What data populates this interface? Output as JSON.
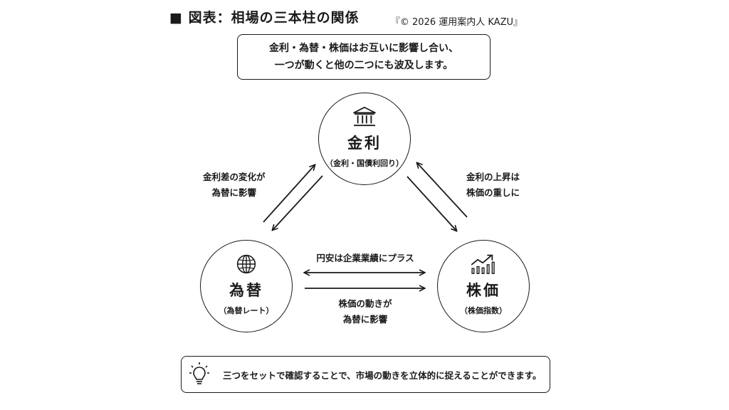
{
  "title": "■ 図表：相場の三本柱の関係",
  "credit": "『© 2026 運用案内人 KAZU』",
  "intro": {
    "line1": "金利・為替・株価はお互いに影響し合い、",
    "line2": "一つが動くと他の二つにも波及します。"
  },
  "nodes": {
    "interest": {
      "name": "金利",
      "sub": "（金利・国債利回り）",
      "icon": "bank-icon"
    },
    "fx": {
      "name": "為替",
      "sub": "（為替レート）",
      "icon": "globe-icon"
    },
    "stock": {
      "name": "株価",
      "sub": "（株価指数）",
      "icon": "chart-up-icon"
    }
  },
  "edges": {
    "interest_fx": {
      "line1": "金利差の変化が",
      "line2": "為替に影響"
    },
    "interest_stock": {
      "line1": "金利の上昇は",
      "line2": "株価の重しに"
    },
    "fx_to_stock": "円安は企業業績にプラス",
    "stock_to_fx": {
      "line1": "株価の動きが",
      "line2": "為替に影響"
    }
  },
  "tip": {
    "icon": "lightbulb-icon",
    "text": "三つをセットで確認することで、市場の動きを立体的に捉えることができます。"
  }
}
